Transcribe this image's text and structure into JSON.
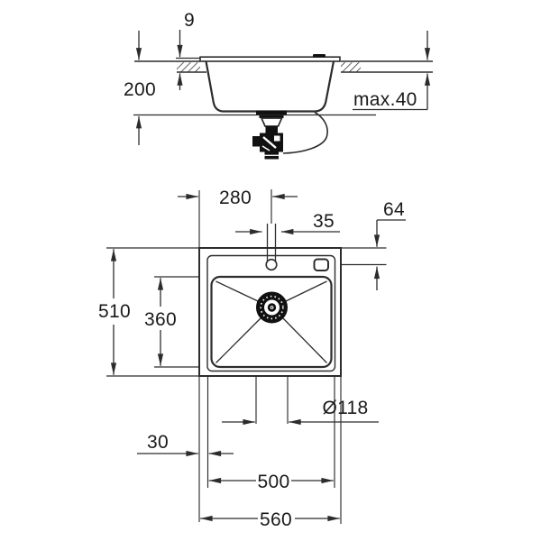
{
  "drawing": {
    "side": {
      "rim_height": "9",
      "bowl_depth": "200",
      "counter_thickness": "max.40"
    },
    "plan": {
      "faucet_from_left": "280",
      "faucet_hole": "35",
      "faucet_from_top": "64",
      "overall_depth": "510",
      "bowl_inner_depth": "360",
      "edge_offset": "30",
      "drain_diameter": "Ø118",
      "bowl_width": "500",
      "overall_width": "560"
    }
  }
}
